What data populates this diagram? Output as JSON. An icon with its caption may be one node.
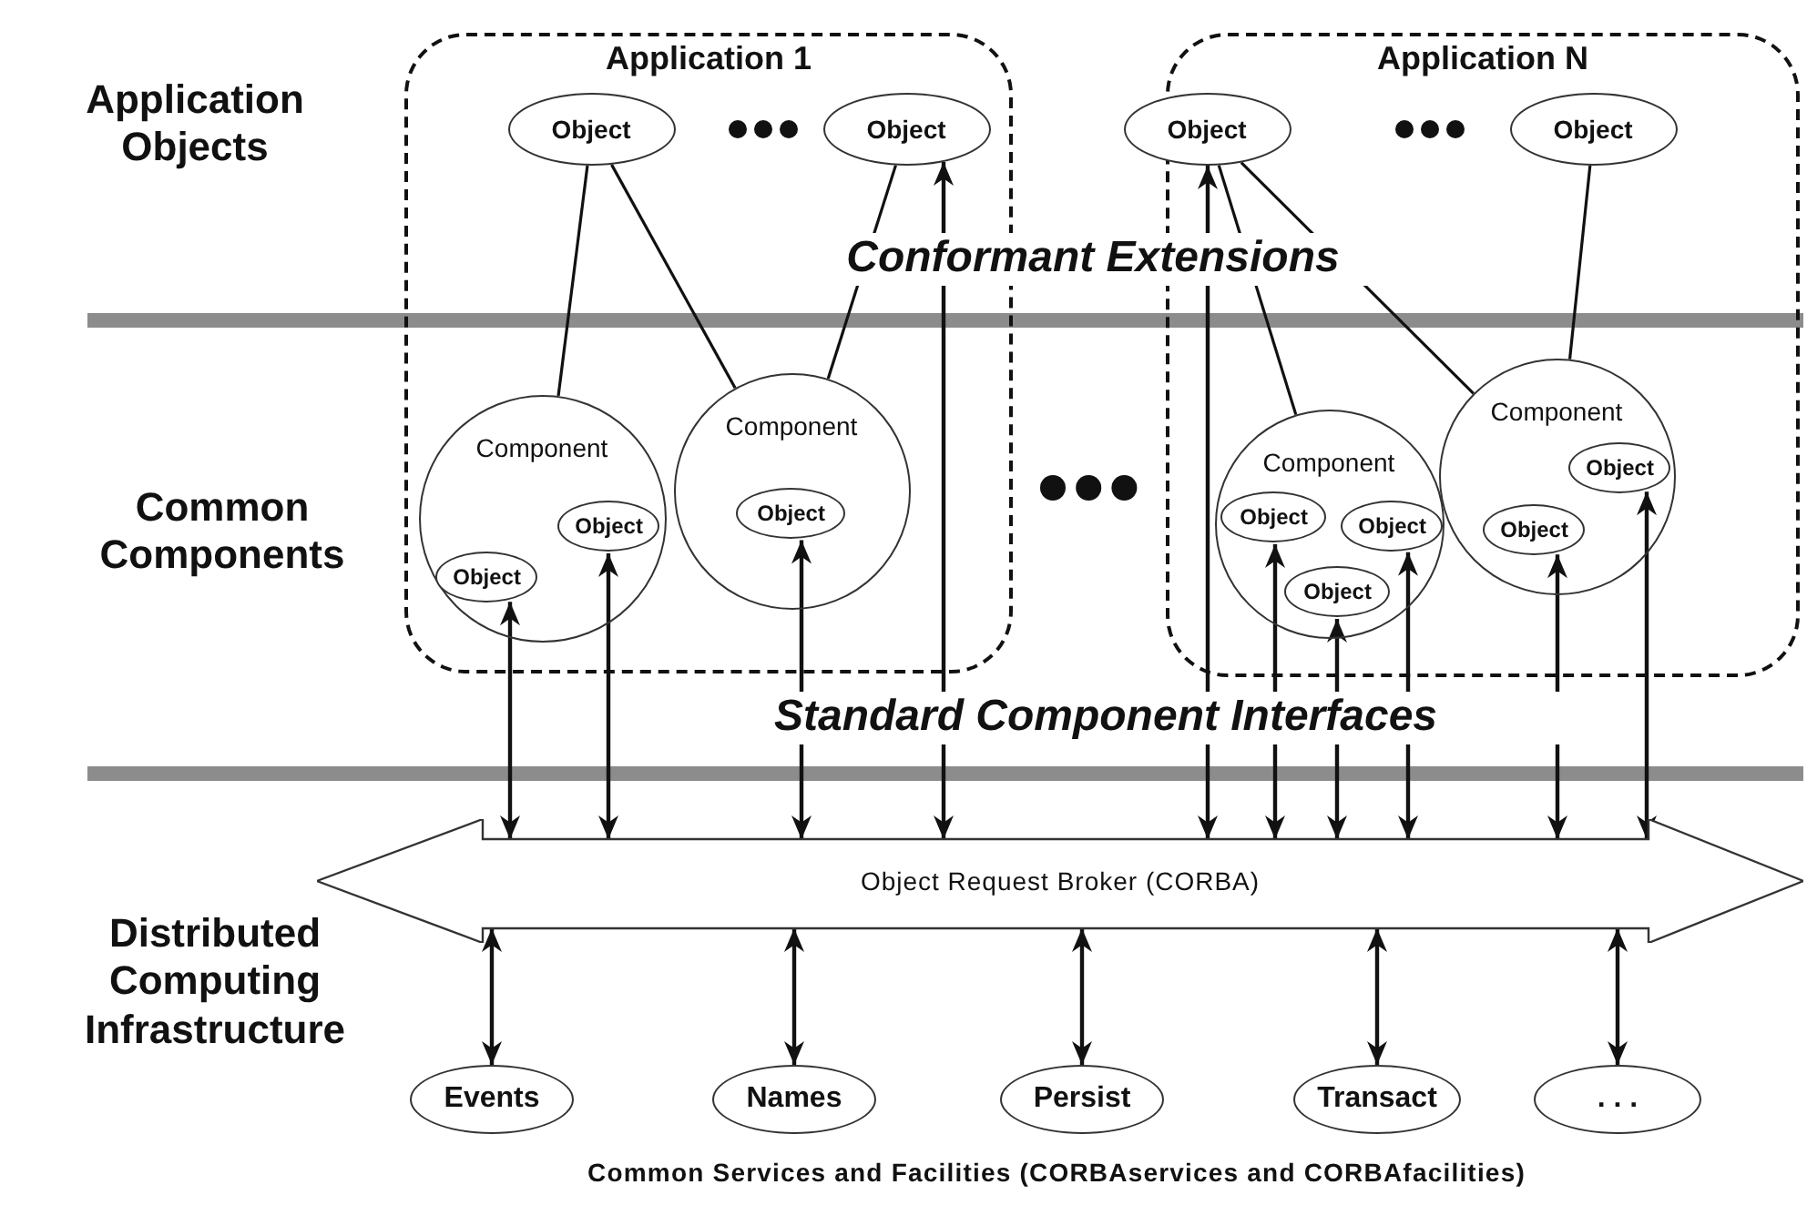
{
  "diagram": {
    "nodes": [
      {
        "text": [
          "Application 1"
        ]
      },
      {
        "text": [
          "Object"
        ],
        "in": 0
      },
      {
        "text": [
          "Object"
        ],
        "in": 0
      },
      {
        "text": [
          "Component"
        ],
        "in": 0
      },
      {
        "text": [
          "Object"
        ],
        "in": 3
      },
      {
        "text": [
          "Object"
        ],
        "in": 3
      },
      {
        "text": [
          "Component"
        ],
        "in": 0
      },
      {
        "text": [
          "Object"
        ],
        "in": 6
      },
      {
        "text": [
          "Application N"
        ]
      },
      {
        "text": [
          "Object"
        ],
        "in": 8
      },
      {
        "text": [
          "Object"
        ],
        "in": 8
      },
      {
        "text": [
          "Component"
        ],
        "in": 8
      },
      {
        "text": [
          "Object"
        ],
        "in": 11
      },
      {
        "text": [
          "Object"
        ],
        "in": 11
      },
      {
        "text": [
          "Object"
        ],
        "in": 11
      },
      {
        "text": [
          "Component"
        ],
        "in": 8
      },
      {
        "text": [
          "Object"
        ],
        "in": 15
      },
      {
        "text": [
          "Object"
        ],
        "in": 15
      },
      {
        "text": [
          "Object Request Broker (CORBA)"
        ]
      },
      {
        "text": [
          "Events"
        ]
      },
      {
        "text": [
          "Names"
        ]
      },
      {
        "text": [
          "Persist"
        ]
      },
      {
        "text": [
          "Transact"
        ]
      },
      {
        "text": [
          ". . ."
        ]
      }
    ],
    "edges": [
      {
        "from": 1,
        "to": 3,
        "arrow": "none"
      },
      {
        "from": 1,
        "to": 6,
        "arrow": "none"
      },
      {
        "from": 2,
        "to": 6,
        "arrow": "none"
      },
      {
        "from": 9,
        "to": 11,
        "arrow": "none"
      },
      {
        "from": 9,
        "to": 15,
        "arrow": "none"
      },
      {
        "from": 10,
        "to": 15,
        "arrow": "none"
      },
      {
        "from": 18,
        "to": 5,
        "arrow": "both"
      },
      {
        "from": 18,
        "to": 4,
        "arrow": "both"
      },
      {
        "from": 18,
        "to": 7,
        "arrow": "both"
      },
      {
        "from": 18,
        "to": 2,
        "arrow": "both"
      },
      {
        "from": 18,
        "to": 9,
        "arrow": "both"
      },
      {
        "from": 18,
        "to": 12,
        "arrow": "both"
      },
      {
        "from": 18,
        "to": 14,
        "arrow": "both"
      },
      {
        "from": 18,
        "to": 13,
        "arrow": "both"
      },
      {
        "from": 18,
        "to": 17,
        "arrow": "both"
      },
      {
        "from": 18,
        "to": 16,
        "arrow": "both"
      },
      {
        "from": 18,
        "to": 19,
        "arrow": "both"
      },
      {
        "from": 18,
        "to": 20,
        "arrow": "both"
      },
      {
        "from": 18,
        "to": 21,
        "arrow": "both"
      },
      {
        "from": 18,
        "to": 22,
        "arrow": "both"
      },
      {
        "from": 18,
        "to": 23,
        "arrow": "both"
      }
    ],
    "labels": [
      "Application Objects",
      "Conformant Extensions",
      "Common Components",
      "Standard Component Interfaces",
      "Distributed Computing Infrastructure",
      "Common Services and Facilities (CORBAservices and CORBAfacilities)"
    ]
  }
}
